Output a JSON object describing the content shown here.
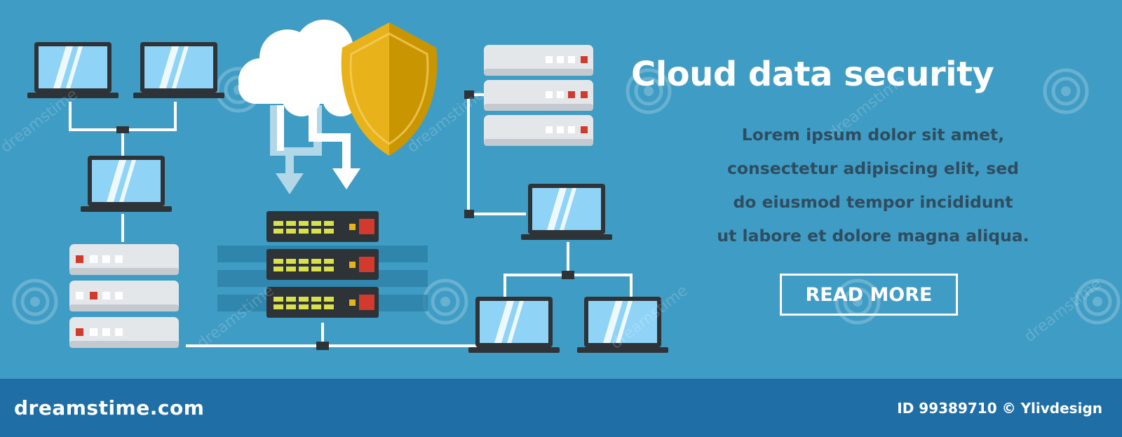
{
  "banner": {
    "title": "Cloud data security",
    "body_lines": [
      "Lorem ipsum dolor sit amet,",
      "consectetur adipiscing elit, sed",
      "do eiusmod tempor incididunt",
      "ut labore et dolore magna aliqua."
    ],
    "button_label": "READ MORE"
  },
  "footer": {
    "logo_text": "dreamstime.com",
    "id_label": "ID 99389710",
    "credit": "© Ylivdesign"
  },
  "watermark_text": "dreamstime",
  "colors": {
    "background": "#3f9cc4",
    "footer": "#1f6fa6",
    "shield": "#e8b21a",
    "server_light": "#e4e7ea",
    "server_dark": "#2e3338",
    "screen": "#8fd3f7",
    "indicator_red": "#d23a2e",
    "indicator_yellow": "#d9e04a",
    "body_text": "#2f4d60"
  },
  "icons": [
    "laptop-icon",
    "cloud-icon",
    "shield-icon",
    "server-rack-icon",
    "network-switch-icon",
    "dreamstime-spiral-icon"
  ]
}
